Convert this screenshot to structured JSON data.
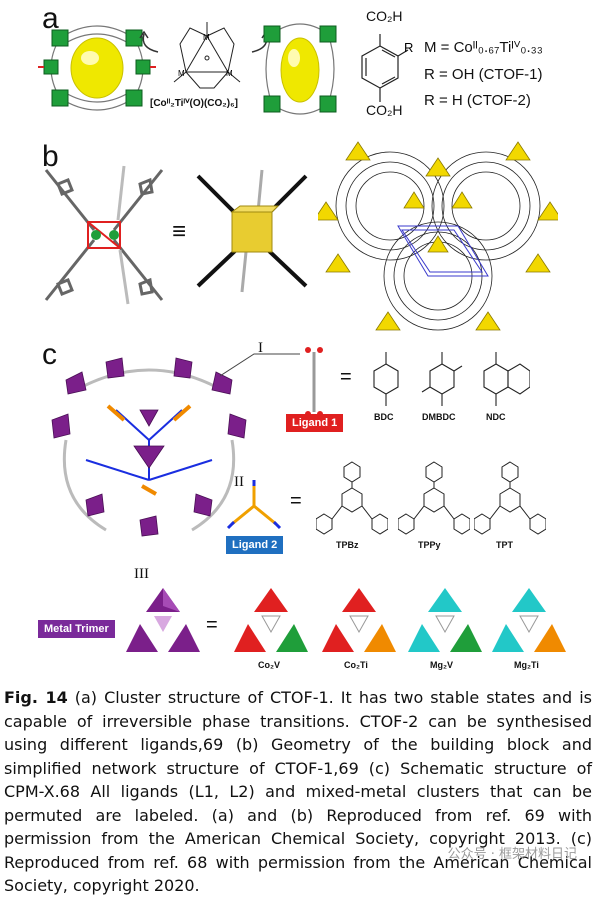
{
  "panels": {
    "a": {
      "letter": "a",
      "core_label": "[Coᴵᴵ₂Tiᴵⱽ(O)(CO₂)₆]",
      "metal_def": "M = Coᴵᴵ₀.₆₇Tiᴵⱽ₀.₃₃",
      "r_oh": "R = OH (CTOF-1)",
      "r_h": "R = H (CTOF-2)",
      "co2h_top": "CO₂H",
      "co2h_bottom": "CO₂H",
      "r_group": "R",
      "m_labels": [
        "M",
        "M",
        "M"
      ]
    },
    "b": {
      "letter": "b",
      "equiv": "≡"
    },
    "c": {
      "letter": "c",
      "roman_1": "I",
      "roman_2": "II",
      "roman_3": "III",
      "equals": "=",
      "ligand1_tag": "Ligand 1",
      "ligand2_tag": "Ligand 2",
      "metal_trimer_tag": "Metal Trimer",
      "ligand1_names": [
        "BDC",
        "DMBDC",
        "NDC"
      ],
      "ligand2_names": [
        "TPBz",
        "TPPy",
        "TPT"
      ],
      "trimer_names": [
        "Co₂V",
        "Co₂Ti",
        "Mg₂V",
        "Mg₂Ti"
      ]
    }
  },
  "caption": {
    "fig_label": "Fig. 14",
    "text": "  (a) Cluster structure of CTOF-1. It has two stable states and is capable of irreversible phase transitions. CTOF-2 can be synthesised using different ligands,69 (b) Geometry of the building block and simplified network structure of CTOF-1,69 (c) Schematic structure of CPM-X.68 All ligands (L1, L2) and mixed-metal clusters that can be permuted are labeled. (a) and (b) Reproduced from ref. 69 with permission from the American Chemical Society, copyright 2013. (c) Reproduced from ref. 68 with permission from the American Chemical Society, copyright 2020."
  },
  "watermark": "公众号 · 框架材料日记",
  "colors": {
    "green": "#1f9e3a",
    "yellow": "#f2e500",
    "gold": "#f0c800",
    "red_tag": "#e02020",
    "blue_tag": "#1f6fc0",
    "purple_tag": "#7a2a9a",
    "purple": "#7b1f8a",
    "orange": "#f08a00",
    "cyan": "#22c8c8"
  }
}
